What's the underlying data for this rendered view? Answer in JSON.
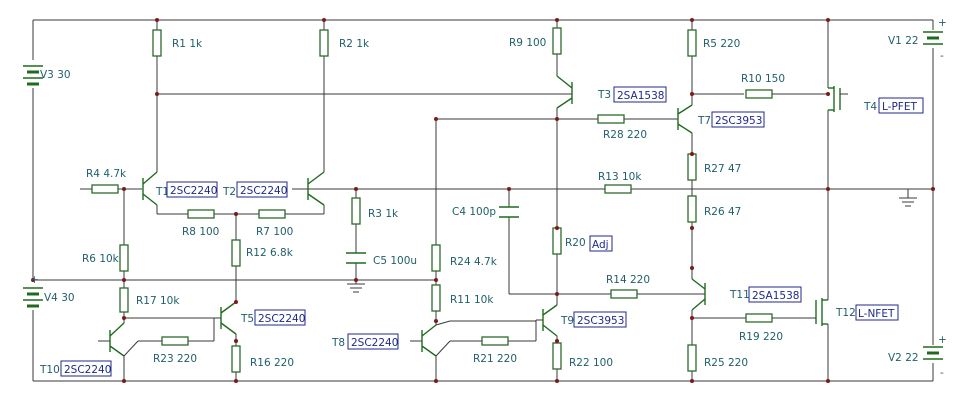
{
  "components": {
    "R1": "R1 1k",
    "R2": "R2 1k",
    "R3": "R3 1k",
    "R4": "R4 4.7k",
    "R5": "R5 220",
    "R6": "R6 10k",
    "R7": "R7 100",
    "R8": "R8 100",
    "R9": "R9 100",
    "R10": "R10 150",
    "R11": "R11 10k",
    "R12": "R12 6.8k",
    "R13": "R13 10k",
    "R14": "R14 220",
    "R16": "R16 220",
    "R17": "R17 10k",
    "R19": "R19 220",
    "R20": "R20",
    "R21": "R21 220",
    "R22": "R22 100",
    "R23": "R23 220",
    "R24": "R24 4.7k",
    "R25": "R25 220",
    "R26": "R26 47",
    "R27": "R27 47",
    "R28": "R28 220",
    "C4": "C4 100p",
    "C5": "C5 100u",
    "V1": "V1 22",
    "V2": "V2 22",
    "V3": "V3 30",
    "V4": "V4 30",
    "T1": "T1",
    "T2": "T2",
    "T3": "T3",
    "T4": "T4",
    "T5": "T5",
    "T7": "T7",
    "T8": "T8",
    "T9": "T9",
    "T10": "T10",
    "T11": "T11",
    "T12": "T12"
  },
  "parts": {
    "T1": "2SC2240",
    "T2": "2SC2240",
    "T3": "2SA1538",
    "T4": "L-PFET",
    "T5": "2SC2240",
    "T7": "2SC3953",
    "T8": "2SC2240",
    "T9": "2SC3953",
    "T10": "2SC2240",
    "T11": "2SA1538",
    "T12": "L-NFET",
    "R20": "Adj"
  },
  "symbols": {
    "plus": "+",
    "minus": "-"
  },
  "icons": [
    "resistor",
    "capacitor",
    "battery",
    "npn-transistor",
    "pnp-transistor",
    "mosfet",
    "ground"
  ]
}
